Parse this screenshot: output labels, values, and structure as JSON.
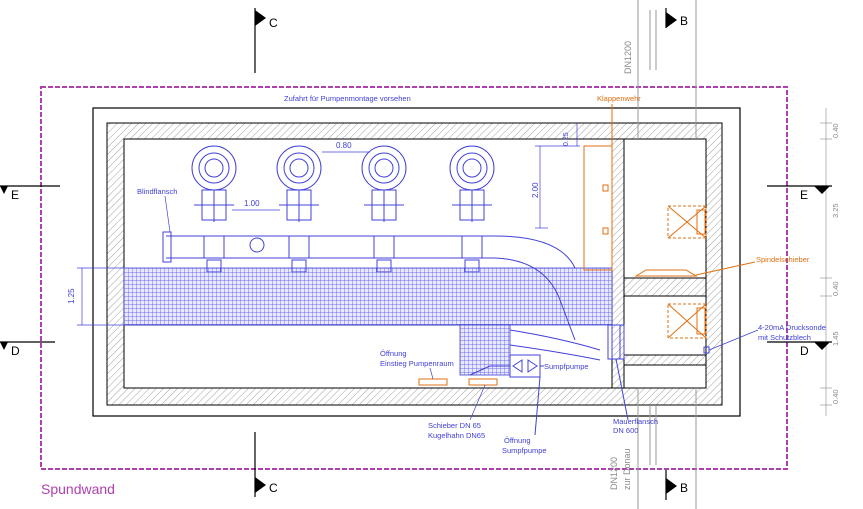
{
  "colors": {
    "wall": "#000000",
    "pipe": "#4040d8",
    "orange": "#e07010",
    "sheet_pile": "#b040b0",
    "grey": "#9a9a9a",
    "hatch": "#808080"
  },
  "section_markers": {
    "c_top": "C",
    "b_top": "B",
    "e_left": "E",
    "e_right": "E",
    "d_left": "D",
    "d_right": "D",
    "c_bottom": "C",
    "b_bottom": "B"
  },
  "labels": {
    "access_note": "Zufahrt für Pumpenmontage vorsehen",
    "flap_weir": "Klappenwehr",
    "blind_flange": "Blindflansch",
    "spindle_valve": "Spindelschieber",
    "pressure_probe_line1": "4-20mA Drucksonde",
    "pressure_probe_line2": "mit Schutzblech",
    "opening_pump_room_line1": "Öffnung",
    "opening_pump_room_line2": "Einstieg Pumpenraum",
    "sump_pump": "Sumpfpumpe",
    "valve_line1": "Schieber DN 65",
    "valve_line2": "Kugelhahn DN65",
    "opening_sump_line1": "Öffnung",
    "opening_sump_line2": "Sumpfpumpe",
    "wall_flange_line1": "Mauerflansch",
    "wall_flange_line2": "DN 600",
    "sheet_pile": "Spundwand",
    "pipe_top": "DN1200",
    "pipe_bottom_line1": "DN1200",
    "pipe_bottom_line2": "zur Donau"
  },
  "dimensions": {
    "pump_spacing": "0.80",
    "pump_offset": "1.00",
    "height_200": "2.00",
    "height_025": "0.25",
    "grid_125": "1.25",
    "right_040_a": "0.40",
    "right_325": "3.25",
    "right_040_b": "0.40",
    "right_145": "1.45",
    "right_040_c": "0.40"
  },
  "pumps": [
    {
      "id": "pump-1"
    },
    {
      "id": "pump-2"
    },
    {
      "id": "pump-3"
    },
    {
      "id": "pump-4"
    }
  ]
}
